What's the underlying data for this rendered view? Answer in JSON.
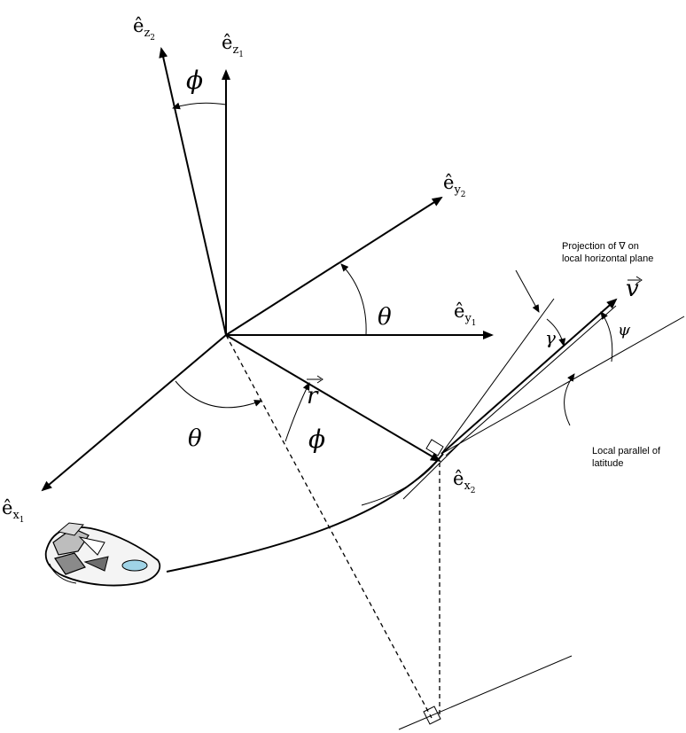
{
  "axes": {
    "ez2": {
      "base": "ê",
      "sub": "z",
      "subsub": "2"
    },
    "ez1": {
      "base": "ê",
      "sub": "z",
      "subsub": "1"
    },
    "ey2": {
      "base": "ê",
      "sub": "y",
      "subsub": "2"
    },
    "ey1": {
      "base": "ê",
      "sub": "y",
      "subsub": "1"
    },
    "ex1": {
      "base": "ê",
      "sub": "x",
      "subsub": "1"
    },
    "ex2": {
      "base": "ê",
      "sub": "x",
      "subsub": "2"
    }
  },
  "angles": {
    "phi_top": "ϕ",
    "theta_upper": "θ",
    "theta_lower": "θ",
    "phi_lower": "ϕ",
    "gamma": "γ",
    "psi": "ψ"
  },
  "vectors": {
    "r": "r",
    "v": "v"
  },
  "annotations": {
    "projection_line1": "Projection of ∇ on",
    "projection_line2": "local horizontal plane",
    "parallel_line1": "Local parallel of",
    "parallel_line2": "latitude"
  }
}
